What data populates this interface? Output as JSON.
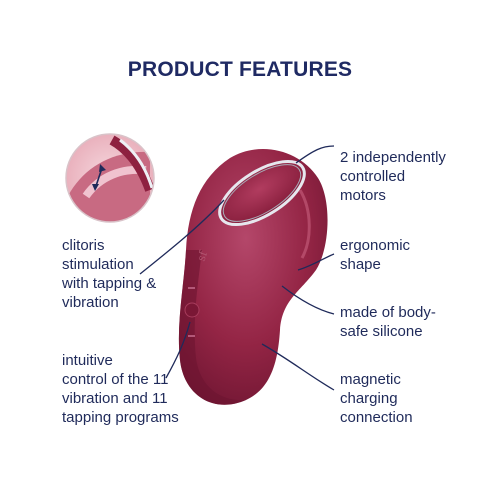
{
  "title": "PRODUCT FEATURES",
  "features": {
    "motors": [
      "2 independently",
      "controlled",
      "motors"
    ],
    "shape": [
      "ergonomic",
      "shape"
    ],
    "silicone": [
      "made of body-",
      "safe silicone"
    ],
    "charging": [
      "magnetic",
      "charging",
      "connection"
    ],
    "stimulation": [
      "clitoris",
      "stimulation",
      "with tapping &",
      "vibration"
    ],
    "control": [
      "intuitive",
      "control of the 11",
      "vibration and 11",
      "tapping programs"
    ]
  },
  "colors": {
    "text": "#1f2a5a",
    "product": "#8e2140",
    "ring": "#dcdde6"
  }
}
